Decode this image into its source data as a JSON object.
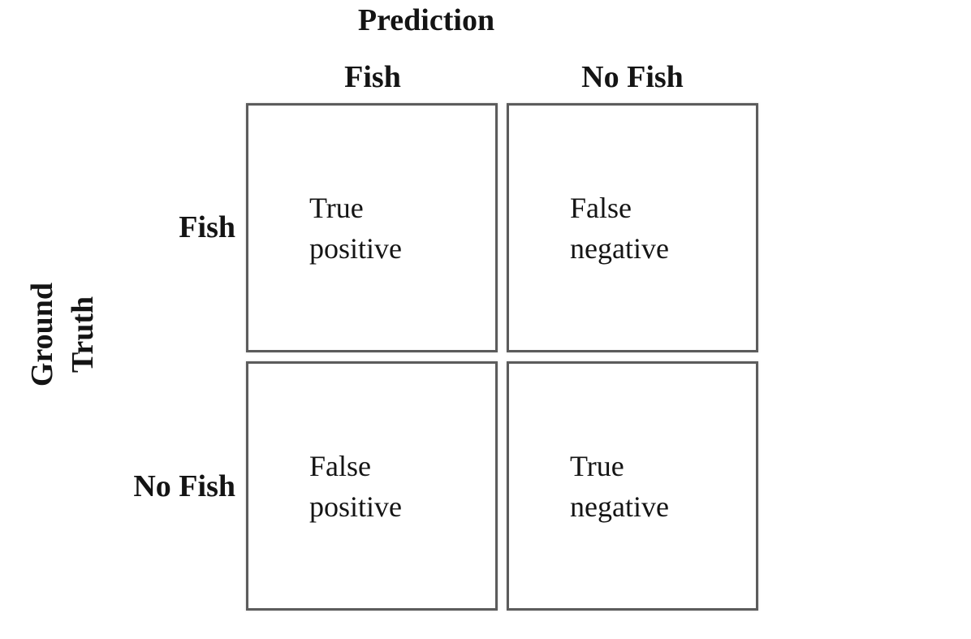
{
  "matrix": {
    "title": "Prediction",
    "row_axis": {
      "line1": "Ground",
      "line2": "Truth"
    },
    "columns": {
      "c1": "Fish",
      "c2": "No Fish"
    },
    "rows": {
      "r1": "Fish",
      "r2": "No Fish"
    },
    "cells": {
      "tl": {
        "line1": "True",
        "line2": "positive"
      },
      "tr": {
        "line1": "False",
        "line2": "negative"
      },
      "bl": {
        "line1": "False",
        "line2": "positive"
      },
      "br": {
        "line1": "True",
        "line2": "negative"
      }
    },
    "colors": {
      "background": "#ffffff",
      "border": "#5c5c5c",
      "text": "#141414"
    }
  }
}
